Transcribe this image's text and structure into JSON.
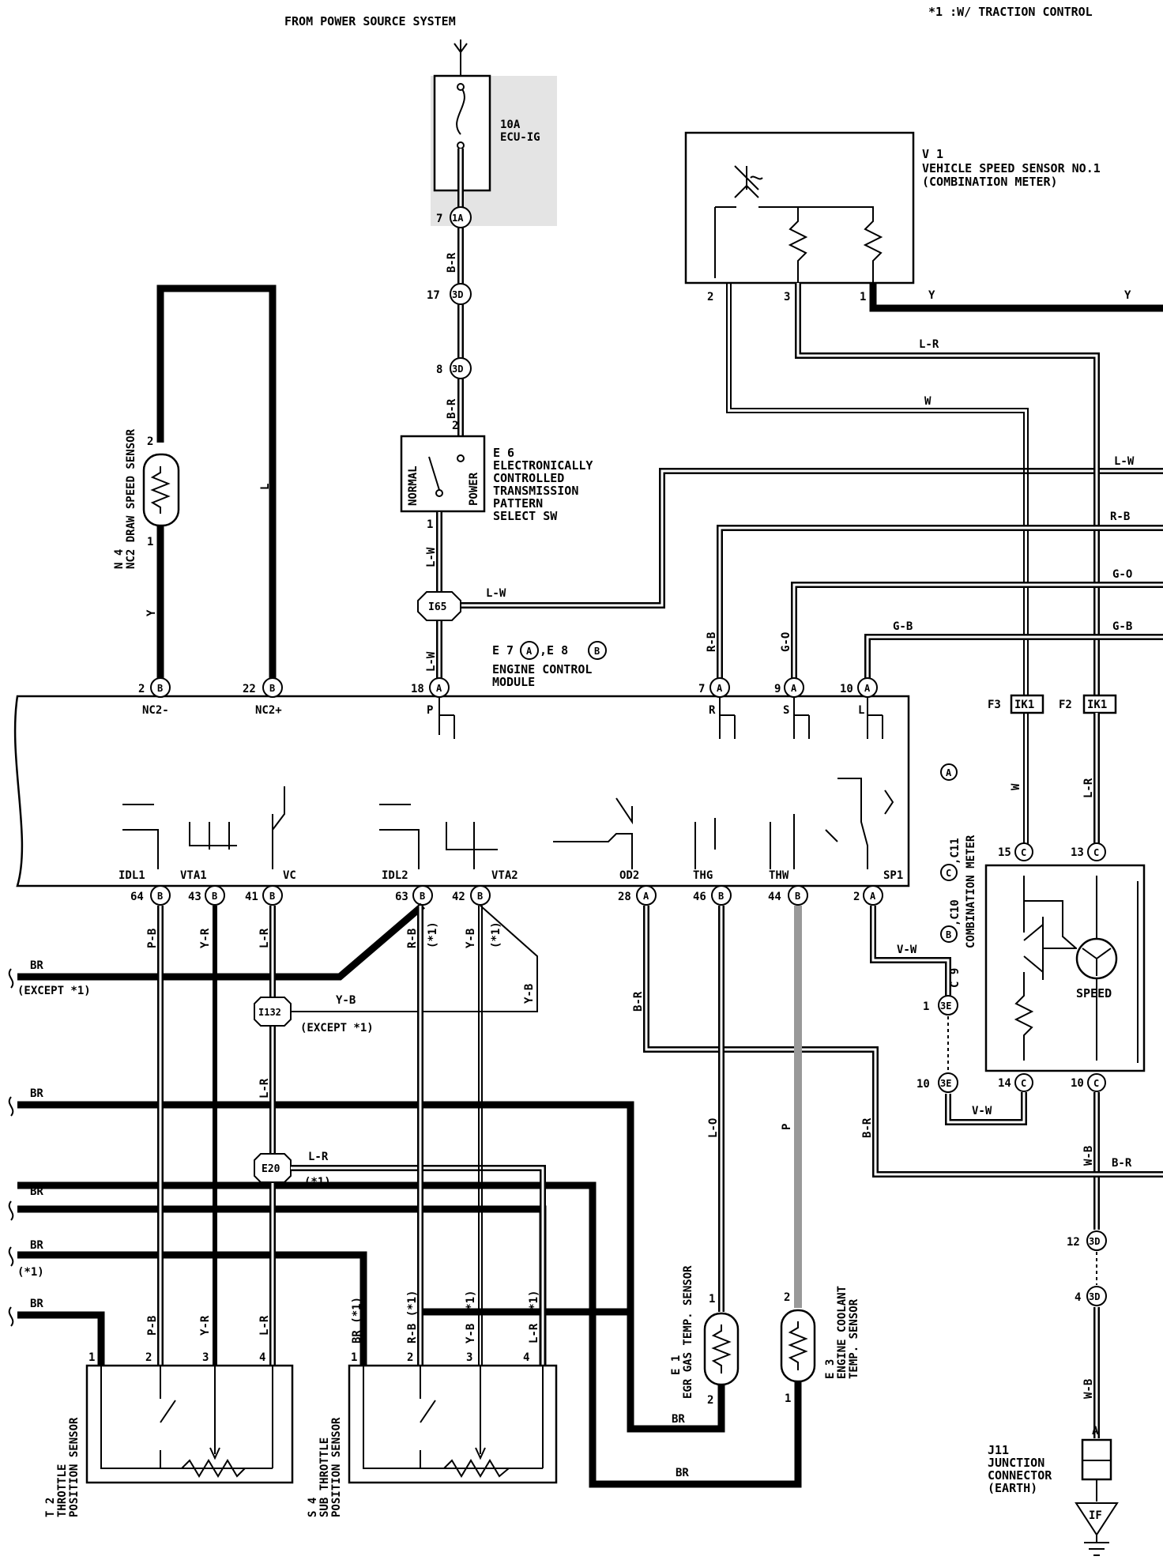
{
  "header": {
    "source": "FROM POWER SOURCE SYSTEM",
    "note": "*1 :W/ TRACTION CONTROL"
  },
  "fuse": {
    "rating": "10A",
    "name": "ECU-IG"
  },
  "components": {
    "v1": {
      "code": "V 1",
      "name1": "VEHICLE SPEED SENSOR NO.1",
      "name2": "(COMBINATION METER)",
      "pin2": "2",
      "pin3": "3",
      "pin1": "1"
    },
    "e6": {
      "code": "E 6",
      "lines": [
        "ELECTRONICALLY",
        "CONTROLLED",
        "TRANSMISSION",
        "PATTERN",
        "SELECT SW"
      ],
      "normal": "NORMAL",
      "power": "POWER",
      "pin2": "2",
      "pin1": "1"
    },
    "n4": {
      "code": "N 4",
      "name": "NC2 DRAW SPEED SENSOR",
      "pin2": "2",
      "pin1": "1"
    },
    "ecm": {
      "code": "E 7",
      "mid": ",E 8",
      "name1": "ENGINE CONTROL",
      "name2": "MODULE"
    },
    "cm": {
      "code": "C 9",
      "mid1": ",C10",
      "mid2": ",C11",
      "name": "COMBINATION METER",
      "speed": "SPEED"
    },
    "e1": {
      "code": "E 1",
      "name": "EGR GAS TEMP. SENSOR",
      "pin1": "1",
      "pin2": "2"
    },
    "e3": {
      "code": "E 3",
      "name1": "ENGINE COOLANT",
      "name2": "TEMP. SENSOR",
      "pin2": "2",
      "pin1": "1"
    },
    "t2": {
      "code": "T 2",
      "name1": "THROTTLE",
      "name2": "POSITION SENSOR"
    },
    "s4": {
      "code": "S 4",
      "name1": "SUB THROTTLE",
      "name2": "POSITION SENSOR"
    },
    "j11": {
      "code": "J11",
      "lines": [
        "JUNCTION",
        "CONNECTOR",
        "(EARTH)"
      ],
      "pin": "A",
      "ground": "IF"
    }
  },
  "connectors": {
    "c1a": "1A",
    "c3d": "3D",
    "c3e": "3E",
    "i65": "I65",
    "i132": "I132",
    "e20": "E20",
    "ik1": "IK1",
    "letter_a": "A",
    "letter_b": "B",
    "letter_c": "C"
  },
  "ecm_pins_top": [
    {
      "num": "2",
      "label": "NC2-"
    },
    {
      "num": "22",
      "label": "NC2+"
    },
    {
      "num": "18",
      "label": "P"
    },
    {
      "num": "7",
      "label": "R"
    },
    {
      "num": "9",
      "label": "S"
    },
    {
      "num": "10",
      "label": "L"
    }
  ],
  "ecm_pins_bottom": [
    {
      "num": "64",
      "label": "IDL1"
    },
    {
      "num": "43",
      "label": "VTA1"
    },
    {
      "num": "41",
      "label": "VC"
    },
    {
      "num": "63",
      "label": "IDL2"
    },
    {
      "num": "42",
      "label": "VTA2"
    },
    {
      "num": "28",
      "label": "OD2"
    },
    {
      "num": "46",
      "label": "THG"
    },
    {
      "num": "44",
      "label": "THW"
    },
    {
      "num": "2",
      "label": "SP1"
    }
  ],
  "pin_numbers": {
    "p7": "7",
    "p17": "17",
    "p8": "8",
    "p1": "1",
    "p2": "2",
    "p3": "3",
    "p4": "4",
    "p10": "10",
    "p12": "12",
    "p13": "13",
    "p14": "14",
    "p15": "15",
    "f3": "F3",
    "f2": "F2"
  },
  "wire_colors": {
    "br": "BR",
    "except1": "(EXCEPT *1)",
    "star1": "(*1)",
    "y": "Y",
    "l": "L",
    "w": "W",
    "lr": "L-R",
    "lw": "L-W",
    "rb": "R-B",
    "go": "G-O",
    "gb": "G-B",
    "br_r": "B-R",
    "pb": "P-B",
    "yr": "Y-R",
    "yb": "Y-B",
    "lo": "L-O",
    "p": "P",
    "vw": "V-W",
    "wb": "W-B",
    "br1": "BR (*1)",
    "rb1": "R-B (*1)",
    "yb1": "Y-B (*1)",
    "lr1": "L-R (*1)"
  }
}
